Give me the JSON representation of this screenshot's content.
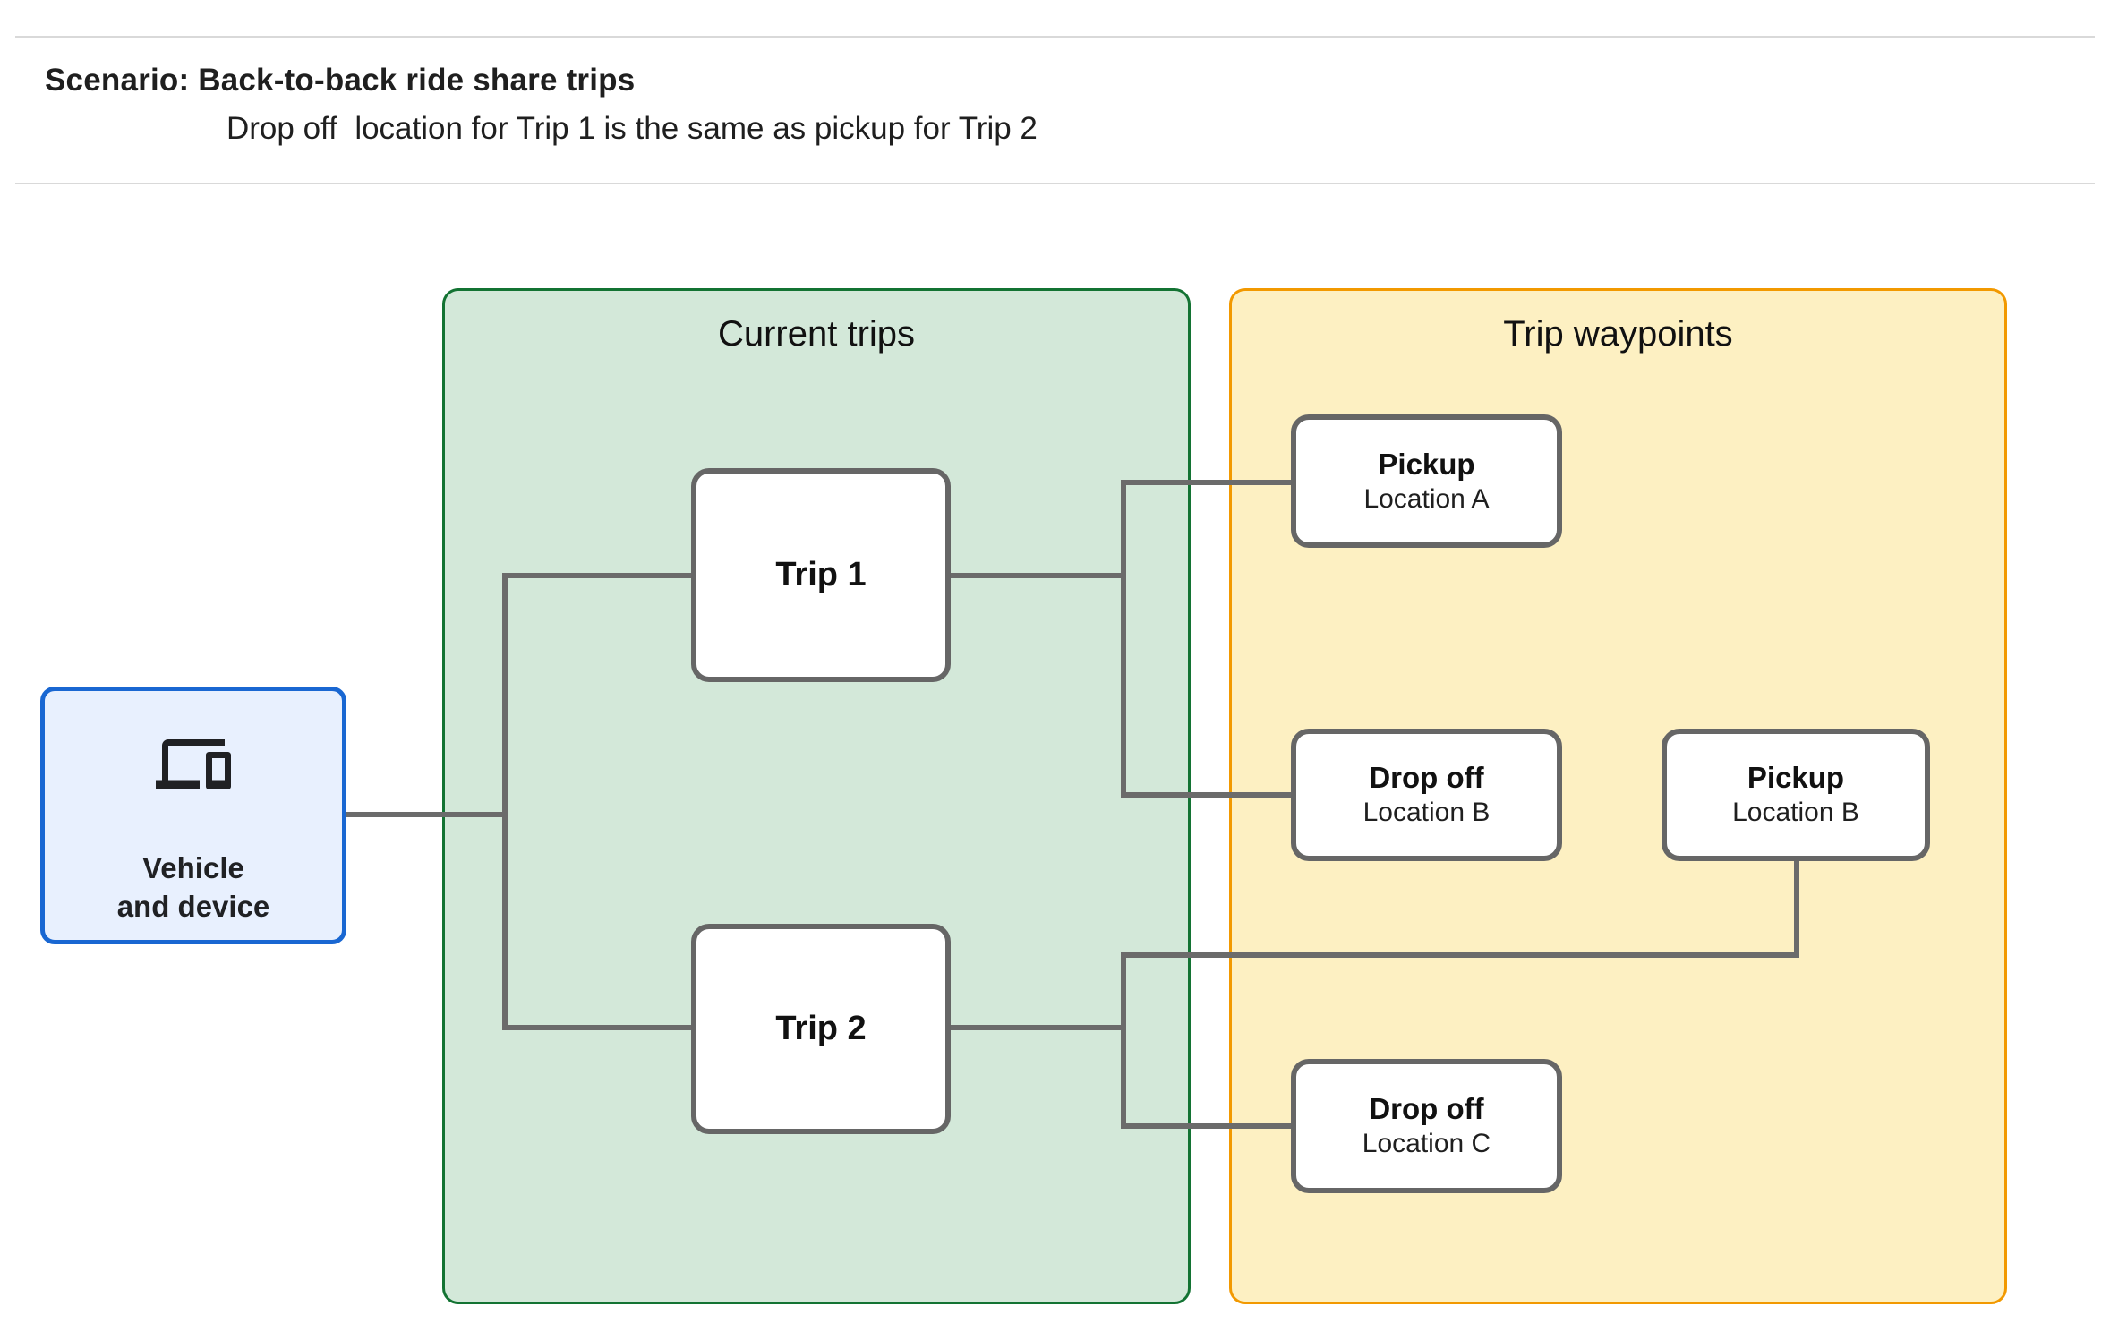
{
  "header": {
    "title": "Scenario: Back-to-back ride share trips",
    "subtitle": "Drop off  location for Trip 1 is the same as pickup for Trip 2"
  },
  "vehicle_node": {
    "line1": "Vehicle",
    "line2": "and device",
    "icon": "devices-icon"
  },
  "groups": [
    {
      "id": "current-trips",
      "title": "Current trips",
      "fill": "#d3e8d9",
      "border": "#137333"
    },
    {
      "id": "trip-waypoints",
      "title": "Trip waypoints",
      "fill": "#fdf0c2",
      "border": "#f29900"
    }
  ],
  "trips": [
    {
      "label": "Trip 1"
    },
    {
      "label": "Trip 2"
    }
  ],
  "waypoints": [
    {
      "title": "Pickup",
      "subtitle": "Location A"
    },
    {
      "title": "Drop off",
      "subtitle": "Location B"
    },
    {
      "title": "Pickup",
      "subtitle": "Location B"
    },
    {
      "title": "Drop off",
      "subtitle": "Location C"
    }
  ],
  "colors": {
    "vehicle_fill": "#e8f0fe",
    "vehicle_border": "#1967d2",
    "current_trips_fill": "#d3e8d9",
    "current_trips_border": "#137333",
    "waypoints_fill": "#fdf0c2",
    "waypoints_border": "#f29900",
    "node_border": "#666666",
    "connector": "#6b6b6b",
    "divider": "#d9d9d9",
    "text": "#1f1f1f"
  }
}
